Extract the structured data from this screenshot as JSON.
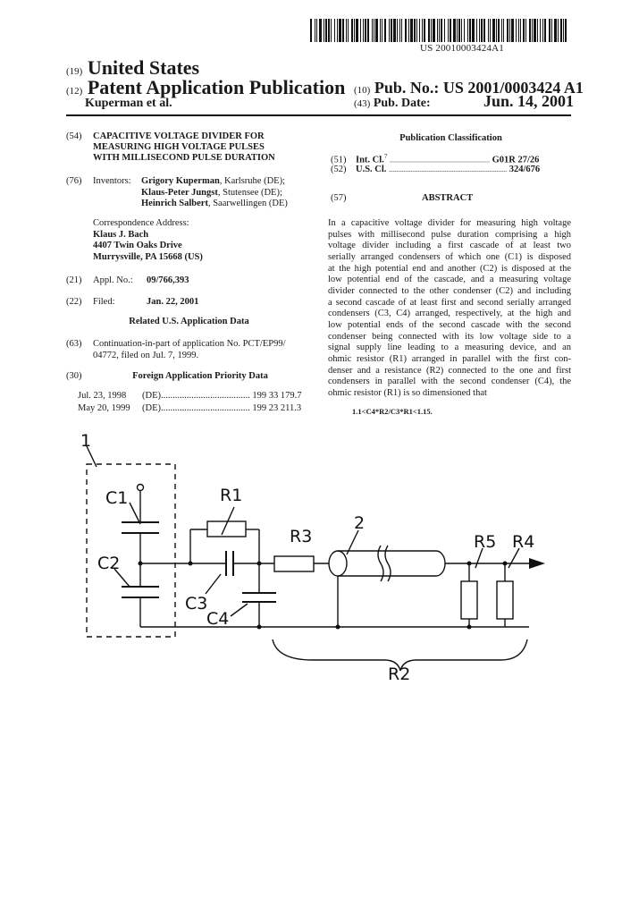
{
  "header": {
    "barcode_number": "US 20010003424A1",
    "country_code": "(19)",
    "country": "United States",
    "type_code": "(12)",
    "type": "Patent Application Publication",
    "pub_no_code": "(10)",
    "pub_no_label": "Pub. No.:",
    "pub_no": "US 2001/0003424 A1",
    "authors": "Kuperman et al.",
    "pub_date_code": "(43)",
    "pub_date_label": "Pub. Date:",
    "pub_date": "Jun. 14, 2001"
  },
  "left": {
    "title_code": "(54)",
    "title_lines": [
      "CAPACITIVE VOLTAGE DIVIDER FOR",
      "MEASURING HIGH VOLTAGE PULSES",
      "WITH MILLISECOND PULSE DURATION"
    ],
    "inventors_code": "(76)",
    "inventors_label": "Inventors:",
    "inventors": [
      {
        "name": "Grigory Kuperman",
        "place": ", Karlsruhe (DE);"
      },
      {
        "name": "Klaus-Peter Jungst",
        "place": ", Stutensee (DE);"
      },
      {
        "name": "Heinrich Salbert",
        "place": ", Saarwellingen (DE)"
      }
    ],
    "correspondence_label": "Correspondence Address:",
    "correspondence_lines": [
      "Klaus J. Bach",
      "4407 Twin Oaks Drive",
      "Murrysville, PA 15668 (US)"
    ],
    "appl_code": "(21)",
    "appl_label": "Appl. No.:",
    "appl_no": "09/766,393",
    "filed_code": "(22)",
    "filed_label": "Filed:",
    "filed_date": "Jan. 22, 2001",
    "related_heading": "Related U.S. Application Data",
    "continuation_code": "(63)",
    "continuation_lines": [
      "Continuation-in-part of application No. PCT/EP99/",
      "04772, filed on Jul. 7, 1999."
    ],
    "foreign_code": "(30)",
    "foreign_heading": "Foreign Application Priority Data",
    "priority": [
      {
        "date": "Jul. 23, 1998",
        "country": "(DE)",
        "dots": "......................................",
        "number": "199 33 179.7"
      },
      {
        "date": "May 20, 1999",
        "country": "(DE)",
        "dots": "......................................",
        "number": "199 23 211.3"
      }
    ]
  },
  "right": {
    "pub_class_heading": "Publication Classification",
    "intcl_code": "(51)",
    "intcl_label": "Int. Cl.",
    "intcl_sup": "7",
    "intcl_dots": "........................................................",
    "intcl_value": "G01R 27/26",
    "uscl_code": "(52)",
    "uscl_label": "U.S. Cl.",
    "uscl_dots": "..................................................................",
    "uscl_value": "324/676",
    "abstract_code": "(57)",
    "abstract_heading": "ABSTRACT",
    "abstract_lines": [
      "In a capacitive voltage divider for measuring high voltage",
      "pulses with millisecond pulse duration comprising a high",
      "voltage divider including a first cascade of at least two",
      "serially arranged condensers of which one (C1) is disposed",
      "at the high potential end and another (C2) is disposed at the",
      "low potential end of the cascade, and a measuring voltage",
      "divider connected to the other condenser (C2) and including",
      "a second cascade of at least first and second serially arranged",
      "condensers (C3, C4) arranged, respectively, at the high and",
      "low potential ends of the second cascade with the second",
      "condenser being connected with its low voltage side to a",
      "signal supply line leading to a measuring device, and an",
      "ohmic resistor (R1) arranged in parallel with the first con-",
      "denser and a resistance (R2) connected to the one and first",
      "condensers in parallel with the second condenser (C4), the",
      "ohmic resistor (R1) is so dimensioned that"
    ],
    "formula": "1.1<C4*R2/C3*R1<1.15."
  },
  "drawing": {
    "labels": {
      "ref1": "1",
      "c1": "C1",
      "c2": "C2",
      "c3": "C3",
      "c4": "C4",
      "r1": "R1",
      "r3": "R3",
      "ref2": "2",
      "r5": "R5",
      "r4": "R4",
      "r2": "R2"
    }
  }
}
